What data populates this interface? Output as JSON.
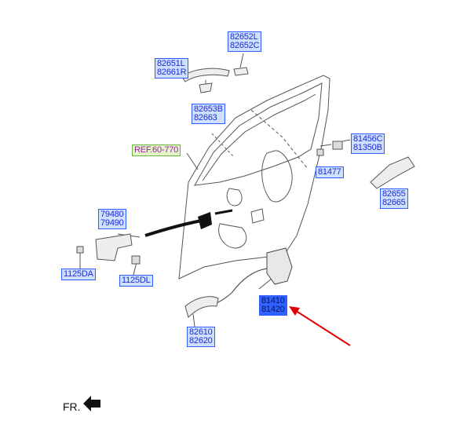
{
  "labels": {
    "p82652": {
      "l1": "82652L",
      "l2": "82652C"
    },
    "p82651": {
      "l1": "82651L",
      "l2": "82661R"
    },
    "p82653": {
      "l1": "82653B",
      "l2": "82663"
    },
    "ref": {
      "l1": "REF.60-770"
    },
    "p81456": {
      "l1": "81456C",
      "l2": "81350B"
    },
    "p81477": {
      "l1": "81477"
    },
    "p82655": {
      "l1": "82655",
      "l2": "82665"
    },
    "p79480": {
      "l1": "79480",
      "l2": "79490"
    },
    "p1125da": {
      "l1": "1125DA"
    },
    "p1125dl": {
      "l1": "1125DL"
    },
    "p81410": {
      "l1": "81410",
      "l2": "81420"
    },
    "p82610": {
      "l1": "82610",
      "l2": "82620"
    }
  },
  "footer": {
    "direction": "FR."
  },
  "colors": {
    "callout_fill": "#cfe0ff",
    "callout_border": "#2f5cff",
    "callout_text": "#1a2bd6",
    "arrow": "#e00000"
  }
}
